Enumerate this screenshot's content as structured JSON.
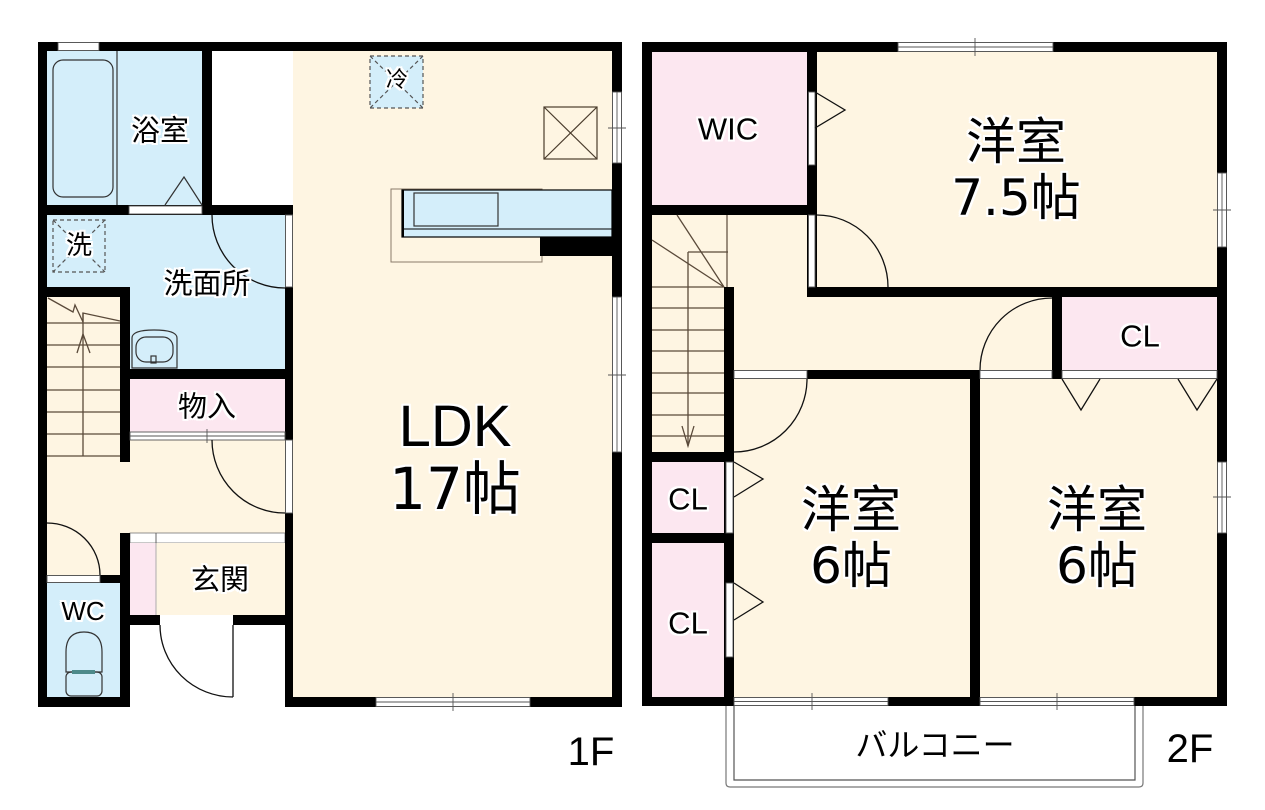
{
  "colors": {
    "wall": "#000000",
    "floor_cream": "#FEF5E2",
    "wet_blue": "#D4EEFA",
    "storage_pink": "#FCE7F0"
  },
  "floors": {
    "first": {
      "label": "1F",
      "rooms": {
        "bath": {
          "name": "浴室"
        },
        "washer": {
          "name": "洗"
        },
        "washroom": {
          "name": "洗面所"
        },
        "storage": {
          "name": "物入"
        },
        "entrance": {
          "name": "玄関"
        },
        "toilet": {
          "name": "WC"
        },
        "fridge": {
          "name": "冷"
        },
        "ldk": {
          "name": "LDK",
          "size": "17帖"
        }
      }
    },
    "second": {
      "label": "2F",
      "rooms": {
        "wic": {
          "name": "WIC"
        },
        "western_room_north": {
          "name": "洋室",
          "size": "7.5帖"
        },
        "closet_north": {
          "name": "CL"
        },
        "closet_west_upper": {
          "name": "CL"
        },
        "closet_west_lower": {
          "name": "CL"
        },
        "western_room_south_west": {
          "name": "洋室",
          "size": "6帖"
        },
        "western_room_south_east": {
          "name": "洋室",
          "size": "6帖"
        },
        "balcony": {
          "name": "バルコニー"
        }
      }
    }
  }
}
